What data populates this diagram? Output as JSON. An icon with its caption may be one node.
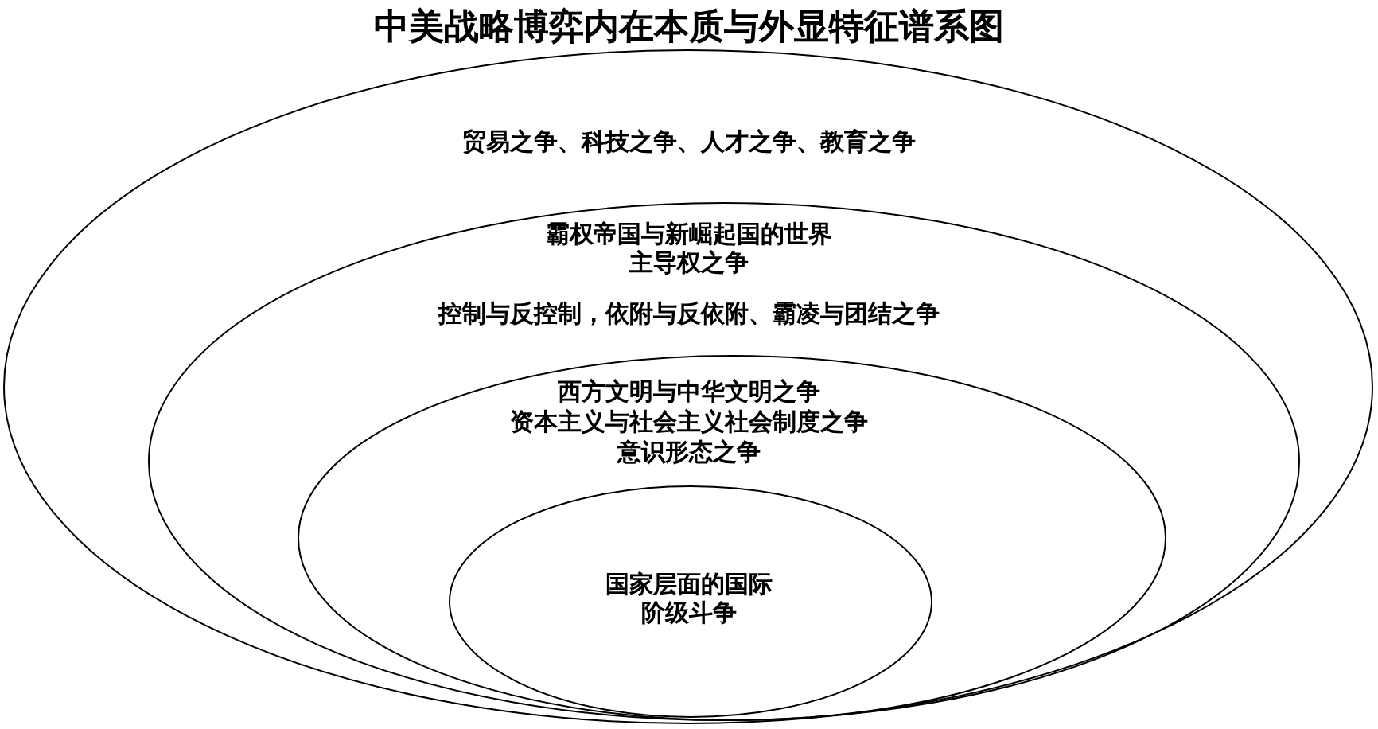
{
  "diagram": {
    "title": "中美战略博弈内在本质与外显特征谱系图",
    "nodes": [
      {
        "text": [
          "贸易之争、科技之争、人才之争、教育之争"
        ]
      },
      {
        "text": [
          "霸权帝国与新崛起国的世界主导权之争",
          "控制与反控制，依附与反依附、霸凌与团结之争"
        ],
        "in": 0
      },
      {
        "text": [
          "西方文明与中华文明之争",
          "资本主义与社会主义社会制度之争",
          "意识形态之争"
        ],
        "in": 1
      },
      {
        "text": [
          "国家层面的国际阶级斗争"
        ],
        "in": 2
      }
    ]
  }
}
